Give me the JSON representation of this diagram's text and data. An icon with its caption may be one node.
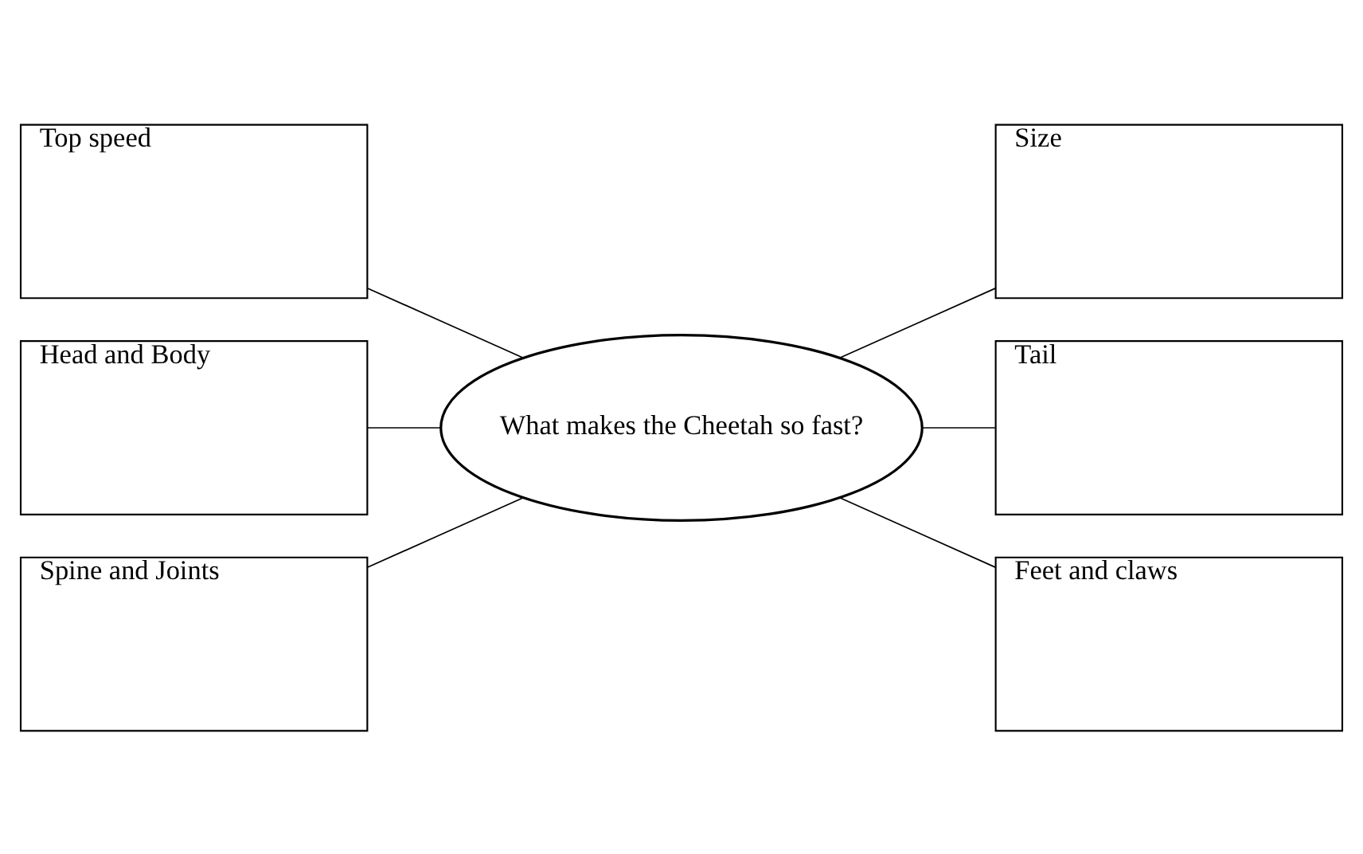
{
  "diagram": {
    "nodes": [
      {
        "text": [
          "Top speed"
        ]
      },
      {
        "text": [
          "Size"
        ]
      },
      {
        "text": [
          "Head and Body"
        ]
      },
      {
        "text": [
          "What makes the Cheetah so fast?"
        ]
      },
      {
        "text": [
          "Tail"
        ]
      },
      {
        "text": [
          "Spine and Joints"
        ]
      },
      {
        "text": [
          "Feet and claws"
        ]
      }
    ],
    "edges": [
      {
        "from": 0,
        "to": 3,
        "arrow": "none"
      },
      {
        "from": 3,
        "to": 1,
        "arrow": "none"
      },
      {
        "from": 2,
        "to": 3,
        "arrow": "none"
      },
      {
        "from": 3,
        "to": 4,
        "arrow": "none"
      },
      {
        "from": 5,
        "to": 3,
        "arrow": "none"
      },
      {
        "from": 3,
        "to": 6,
        "arrow": "none"
      }
    ]
  }
}
